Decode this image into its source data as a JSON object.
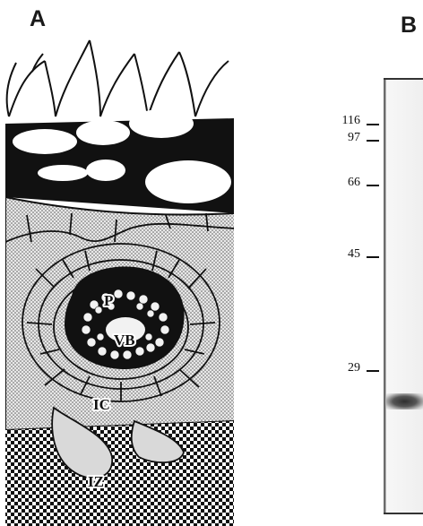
{
  "panel_a": {
    "letter": "A",
    "labels": {
      "p": "P",
      "vb": "VB",
      "ic": "IC",
      "iz": "IZ"
    }
  },
  "panel_b": {
    "letter": "B",
    "markers": [
      "116",
      "97",
      "66",
      "45",
      "29"
    ]
  },
  "colors": {
    "ink": "#111111",
    "stipple": "#d9d9d9",
    "background": "#ffffff"
  }
}
